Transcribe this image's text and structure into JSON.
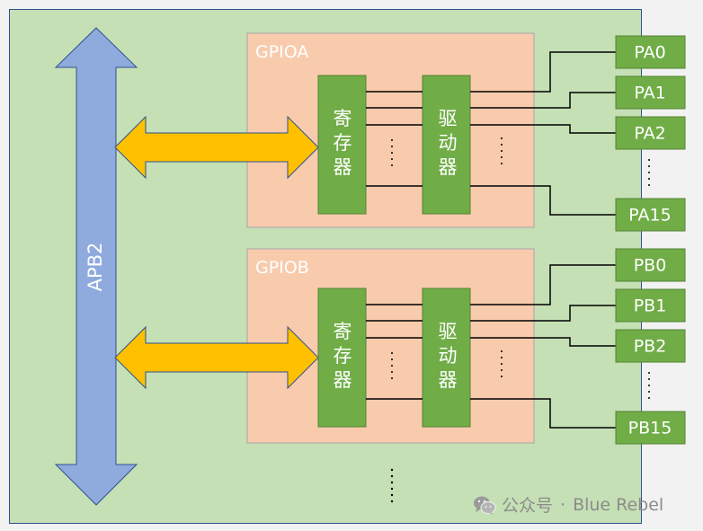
{
  "bus": {
    "label": "APB2"
  },
  "gpio_a": {
    "title": "GPIOA",
    "register_label": "寄存器",
    "driver_label": "驱动器",
    "pins": [
      "PA0",
      "PA1",
      "PA2",
      "PA15"
    ]
  },
  "gpio_b": {
    "title": "GPIOB",
    "register_label": "寄存器",
    "driver_label": "驱动器",
    "pins": [
      "PB0",
      "PB1",
      "PB2",
      "PB15"
    ]
  },
  "watermark": {
    "icon": "wechat-icon",
    "source": "公众号",
    "separator": "·",
    "author": "Blue Rebel"
  },
  "colors": {
    "mcu_bg": "#c5e0b4",
    "bus_arrow": "#8faadc",
    "gpio_bg": "#f8cbad",
    "block_green": "#70ad47",
    "link_arrow": "#ffc000"
  }
}
